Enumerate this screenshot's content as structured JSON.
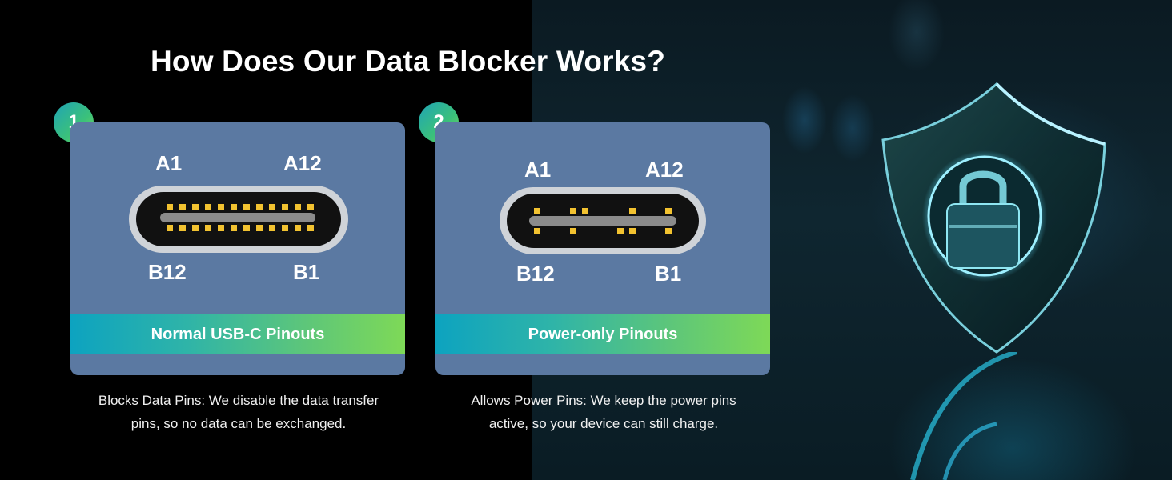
{
  "title": "How Does Our Data Blocker Works?",
  "cards": [
    {
      "number": "1",
      "pins": {
        "top_left": "A1",
        "top_right": "A12",
        "bottom_left": "B12",
        "bottom_right": "B1"
      },
      "label": "Normal USB-C Pinouts",
      "caption_line1": "Blocks Data Pins: We disable the data transfer",
      "caption_line2": "pins, so no data can be exchanged."
    },
    {
      "number": "2",
      "pins": {
        "top_left": "A1",
        "top_right": "A12",
        "bottom_left": "B12",
        "bottom_right": "B1"
      },
      "label": "Power-only Pinouts",
      "caption_line1": "Allows Power Pins: We keep the power pins",
      "caption_line2": "active, so your device can still charge."
    }
  ],
  "icons": [
    "shield-lock-icon",
    "usb-c-full-connector-icon",
    "usb-c-power-connector-icon"
  ],
  "colors": {
    "background": "#000000",
    "card": "#5b79a2",
    "label_gradient_start": "#0da3c0",
    "label_gradient_end": "#7ed957",
    "pin": "#f2c230"
  }
}
